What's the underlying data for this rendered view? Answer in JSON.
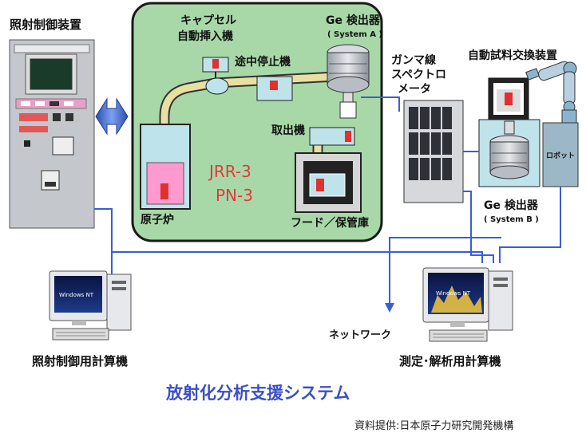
{
  "labels": {
    "control_device": "照射制御装置",
    "capsule_line1": "キャプセル",
    "capsule_line2": "自動挿入機",
    "midway_stop": "途中停止機",
    "ge_a_line1": "Ge 検出器",
    "ge_a_line2": "( System A )",
    "gamma_line1": "ガンマ線",
    "gamma_line2": "スペクトロ",
    "gamma_line3": "メータ",
    "sample_changer": "自動試料交換装置",
    "robot": "ロボット",
    "takeout": "取出機",
    "reactor_name": "JRR-3",
    "port_name": "PN-3",
    "reactor": "原子炉",
    "hood": "フード／保管庫",
    "ge_b_line1": "Ge 検出器",
    "ge_b_line2": "( System B )",
    "network": "ネットワーク",
    "pc_left": "照射制御用計算機",
    "pc_right": "測定･解析用計算機",
    "os_left": "Windows NT",
    "os_right": "Windows NT",
    "title": "放射化分析支援システム",
    "credit": "資料提供:日本原子力研究開発機構"
  },
  "colors": {
    "facility_bg": "#a8d8a8",
    "facility_border": "#1a1a1a",
    "reactor_label": "#e03a3a",
    "network_line": "#3a5fd0",
    "title_color": "#3a4fc8",
    "tube": "#e8e0a0",
    "device_cyan": "#bfe3ea"
  },
  "icons": [
    "bidirectional-arrow-icon",
    "monitor-icon",
    "keyboard-icon",
    "robot-arm-icon",
    "detector-icon"
  ]
}
